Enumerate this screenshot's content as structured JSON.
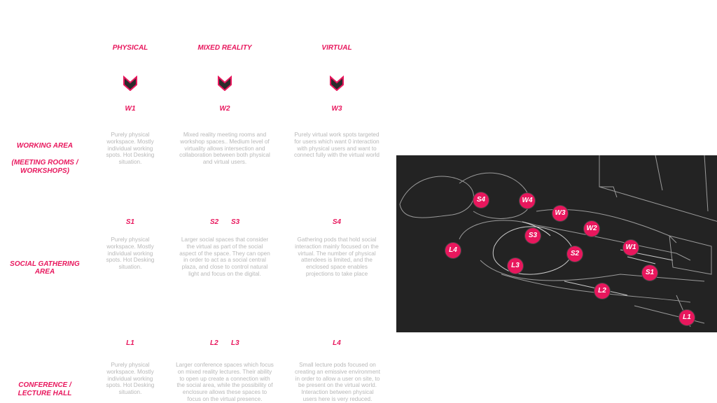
{
  "columns": [
    {
      "label": "PHYSICAL"
    },
    {
      "label": "MIXED REALITY"
    },
    {
      "label": "VIRTUAL"
    }
  ],
  "rows": [
    {
      "label": "WORKING AREA",
      "sublabel": "(MEETING ROOMS / WORKSHOPS)",
      "codes": [
        "W1",
        "W2",
        "W3"
      ],
      "descriptions": [
        "Purely physical workspace. Mostly individual working spots. Hot Desking situation.",
        "Mixed reality meeting rooms and workshop spaces.. Medium level of virtuality allows intersection and collaboration between both physical and virtual users.",
        "Purely virtual work spots targeted for users which want 0 interaction with physical users and want to connect fully with the virtual world"
      ]
    },
    {
      "label": "SOCIAL GATHERING AREA",
      "codes": [
        "S1",
        "S2",
        "S3",
        "S4"
      ],
      "descriptions": [
        "Purely physical workspace. Mostly individual working spots. Hot Desking situation.",
        "Larger social spaces that consider the virtual as part of the social aspect of the space. They can open in order to act as a social central plaza, and close to control natural light and focus on the digital.",
        "Gathering pods that hold social interaction mainly focused on the virtual. The number of physical attendees is limited, and the enclosed space enables projections to take place"
      ]
    },
    {
      "label": "CONFERENCE / LECTURE HALL",
      "codes": [
        "L1",
        "L2",
        "L3",
        "L4"
      ],
      "descriptions": [
        "Purely physical workspace. Mostly individual working spots. Hot Desking situation.",
        "Larger conference spaces which focus on mixed reality lectures. Their ability to open up create a connection with the social area, while the possibility of enclosure allows these spaces to focus on the virtual presence.",
        "Small lecture pods focused on creating an emissive environment in order to allow a user on site, to be present on the virtual world. Interaction between physical users here is very reduced."
      ]
    }
  ],
  "map_pins": [
    "S4",
    "W4",
    "W3",
    "W2",
    "W1",
    "S1",
    "S2",
    "S3",
    "L4",
    "L3",
    "L2",
    "L1"
  ],
  "colors": {
    "accent": "#e8175d",
    "map_bg": "#232323",
    "icon_fill": "#2b2b2b"
  },
  "icons": [
    "chevron-down-icon"
  ]
}
